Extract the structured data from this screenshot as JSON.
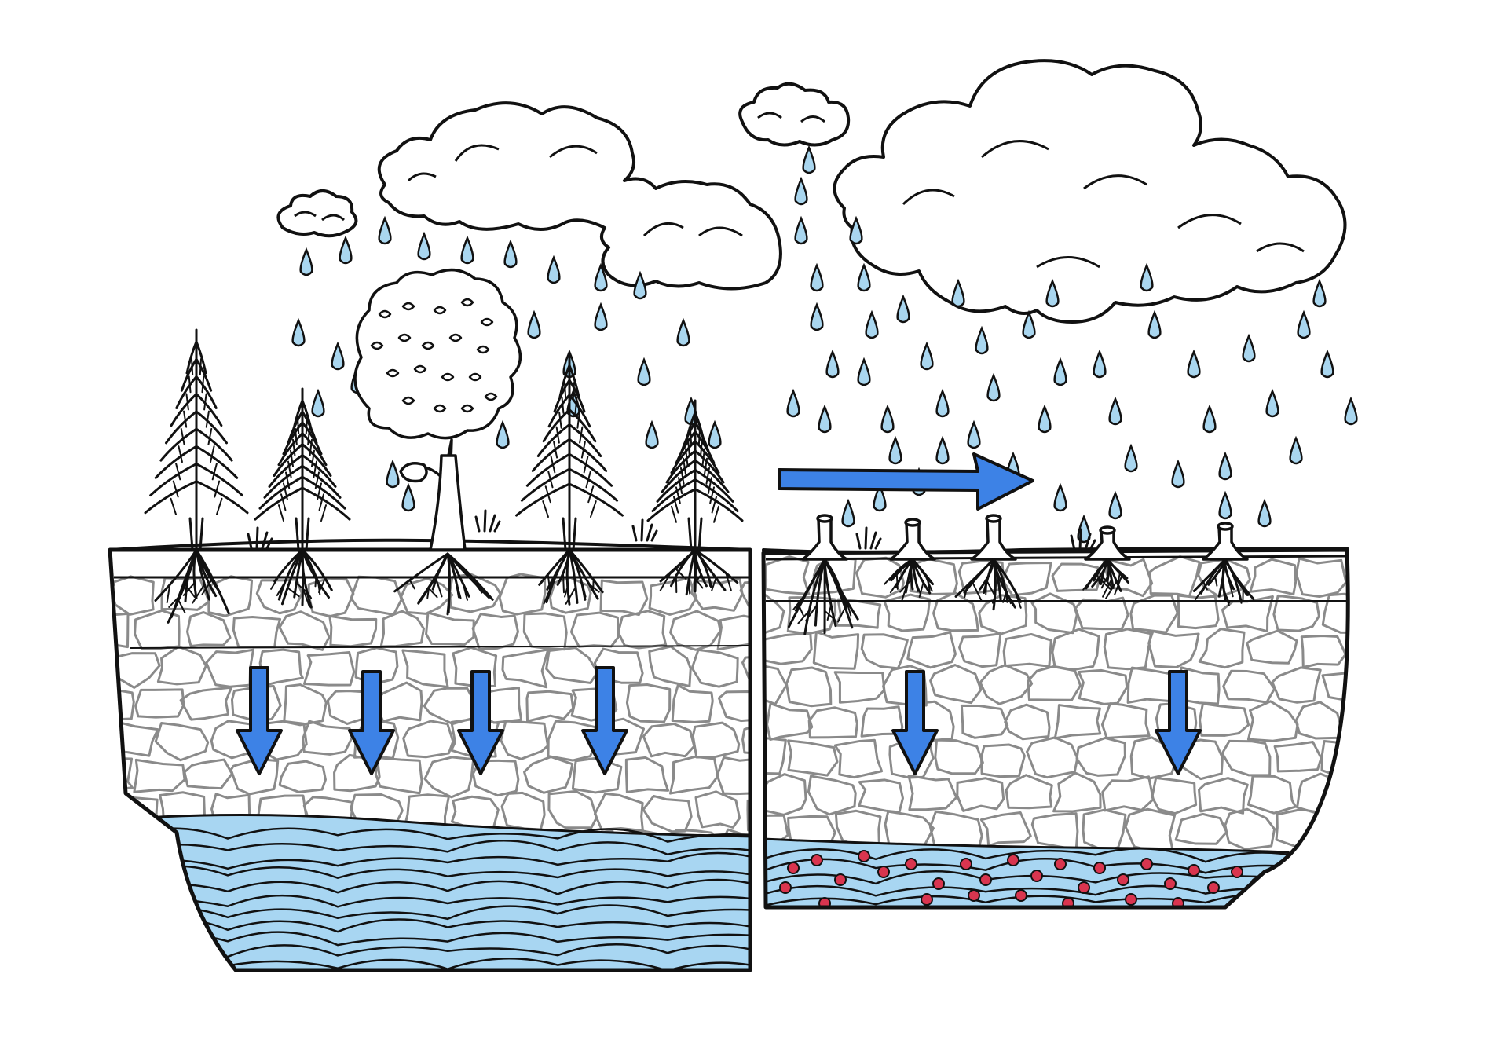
{
  "colors": {
    "ink": "#111111",
    "rain_fill": "#a9d6ef",
    "flow_arrow": "#3d82e6",
    "water_clean": "#a8d6f2",
    "water_polluted": "#a8d6f2",
    "pollutant_dot": "#d9354f",
    "rock_stroke": "#8a8a8a",
    "background": "#ffffff"
  },
  "diagram": {
    "panels": [
      {
        "name": "forested-section",
        "vegetation": "trees",
        "downward_arrows": 4,
        "aquifer": "clean-groundwater"
      },
      {
        "name": "deforested-section",
        "vegetation": "tree-stumps",
        "downward_arrows": 2,
        "aquifer": "polluted-groundwater"
      }
    ],
    "icons": [
      "cloud-icon",
      "raindrop-icon",
      "conifer-tree-icon",
      "deciduous-tree-icon",
      "tree-stump-icon",
      "root-icon",
      "arrow-right-icon",
      "arrow-down-icon"
    ]
  }
}
